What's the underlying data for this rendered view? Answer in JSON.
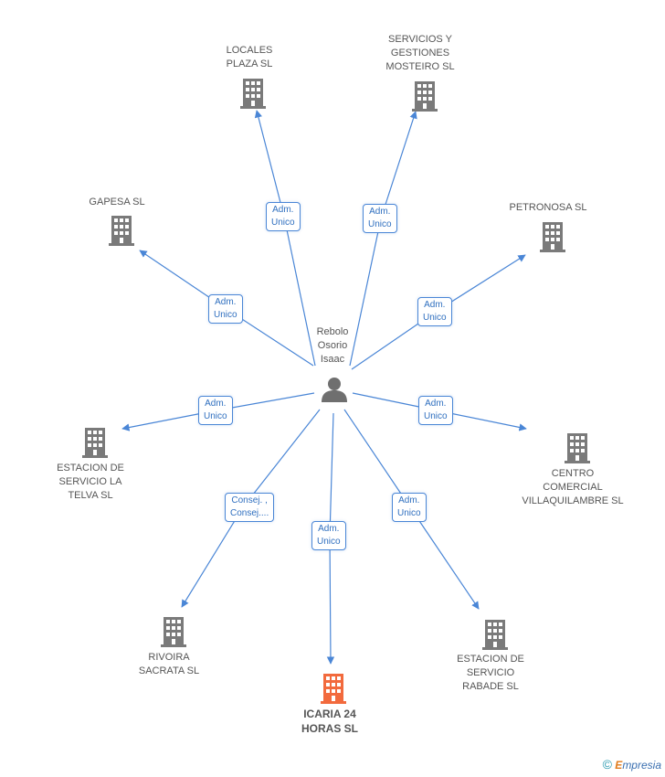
{
  "center": {
    "name": "Rebolo\nOsorio\nIsaac",
    "icon": "person-icon"
  },
  "nodes": [
    {
      "id": "locales",
      "label": "LOCALES\nPLAZA SL",
      "relation": "Adm.\nUnico",
      "highlight": false
    },
    {
      "id": "servicios",
      "label": "SERVICIOS Y\nGESTIONES\nMOSTEIRO SL",
      "relation": "Adm.\nUnico",
      "highlight": false
    },
    {
      "id": "gapesa",
      "label": "GAPESA SL",
      "relation": "Adm.\nUnico",
      "highlight": false
    },
    {
      "id": "petronosa",
      "label": "PETRONOSA SL",
      "relation": "Adm.\nUnico",
      "highlight": false
    },
    {
      "id": "telva",
      "label": "ESTACION DE\nSERVICIO LA\nTELVA SL",
      "relation": "Adm.\nUnico",
      "highlight": false
    },
    {
      "id": "villaquilambre",
      "label": "CENTRO\nCOMERCIAL\nVILLAQUILAMBRE SL",
      "relation": "Adm.\nUnico",
      "highlight": false
    },
    {
      "id": "rivoira",
      "label": "RIVOIRA\nSACRATA SL",
      "relation": "Consej. ,\nConsej....",
      "highlight": false
    },
    {
      "id": "icaria",
      "label": "ICARIA 24\nHORAS SL",
      "relation": "Adm.\nUnico",
      "highlight": true
    },
    {
      "id": "rabade",
      "label": "ESTACION DE\nSERVICIO\nRABADE SL",
      "relation": "Adm.\nUnico",
      "highlight": false
    }
  ],
  "colors": {
    "edge": "#4a86d6",
    "building": "#7a7a7a",
    "highlight": "#f26a3d",
    "person": "#6f6f6f"
  },
  "footer": {
    "copyright": "©",
    "brand_first": "E",
    "brand_rest": "mpresia"
  }
}
